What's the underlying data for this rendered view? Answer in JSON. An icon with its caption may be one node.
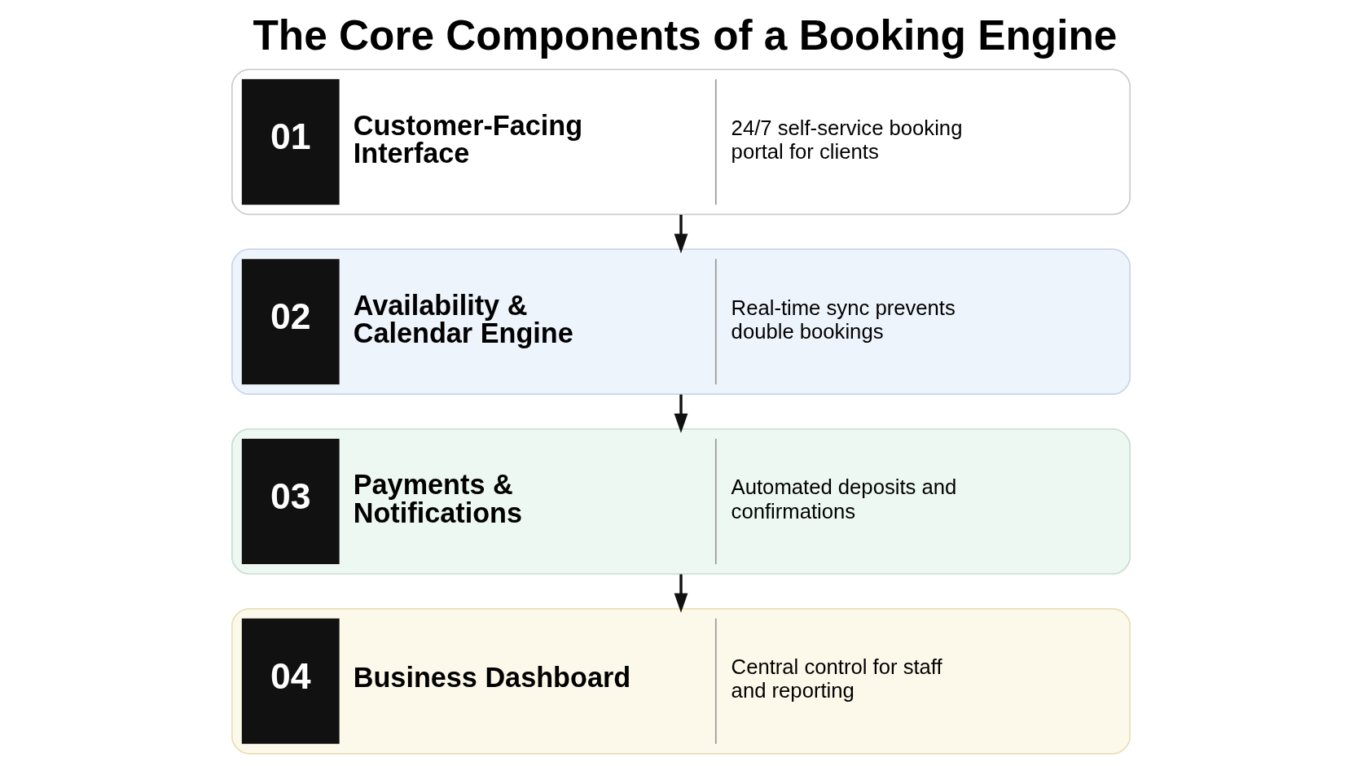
{
  "diagram": {
    "title": "The Core Components of a Booking Engine",
    "nodes": [
      {
        "text": [
          "01",
          "Customer-Facing Interface",
          "24/7 self-service booking portal for clients"
        ]
      },
      {
        "text": [
          "02",
          "Availability & Calendar Engine",
          "Real-time sync prevents double bookings"
        ]
      },
      {
        "text": [
          "03",
          "Payments & Notifications",
          "Automated deposits and confirmations"
        ]
      },
      {
        "text": [
          "04",
          "Business Dashboard",
          "Central control for staff and reporting"
        ]
      }
    ],
    "edges": [
      {
        "from": 0,
        "to": 1,
        "arrow": "to"
      },
      {
        "from": 1,
        "to": 2,
        "arrow": "to"
      },
      {
        "from": 2,
        "to": 3,
        "arrow": "to"
      }
    ]
  }
}
